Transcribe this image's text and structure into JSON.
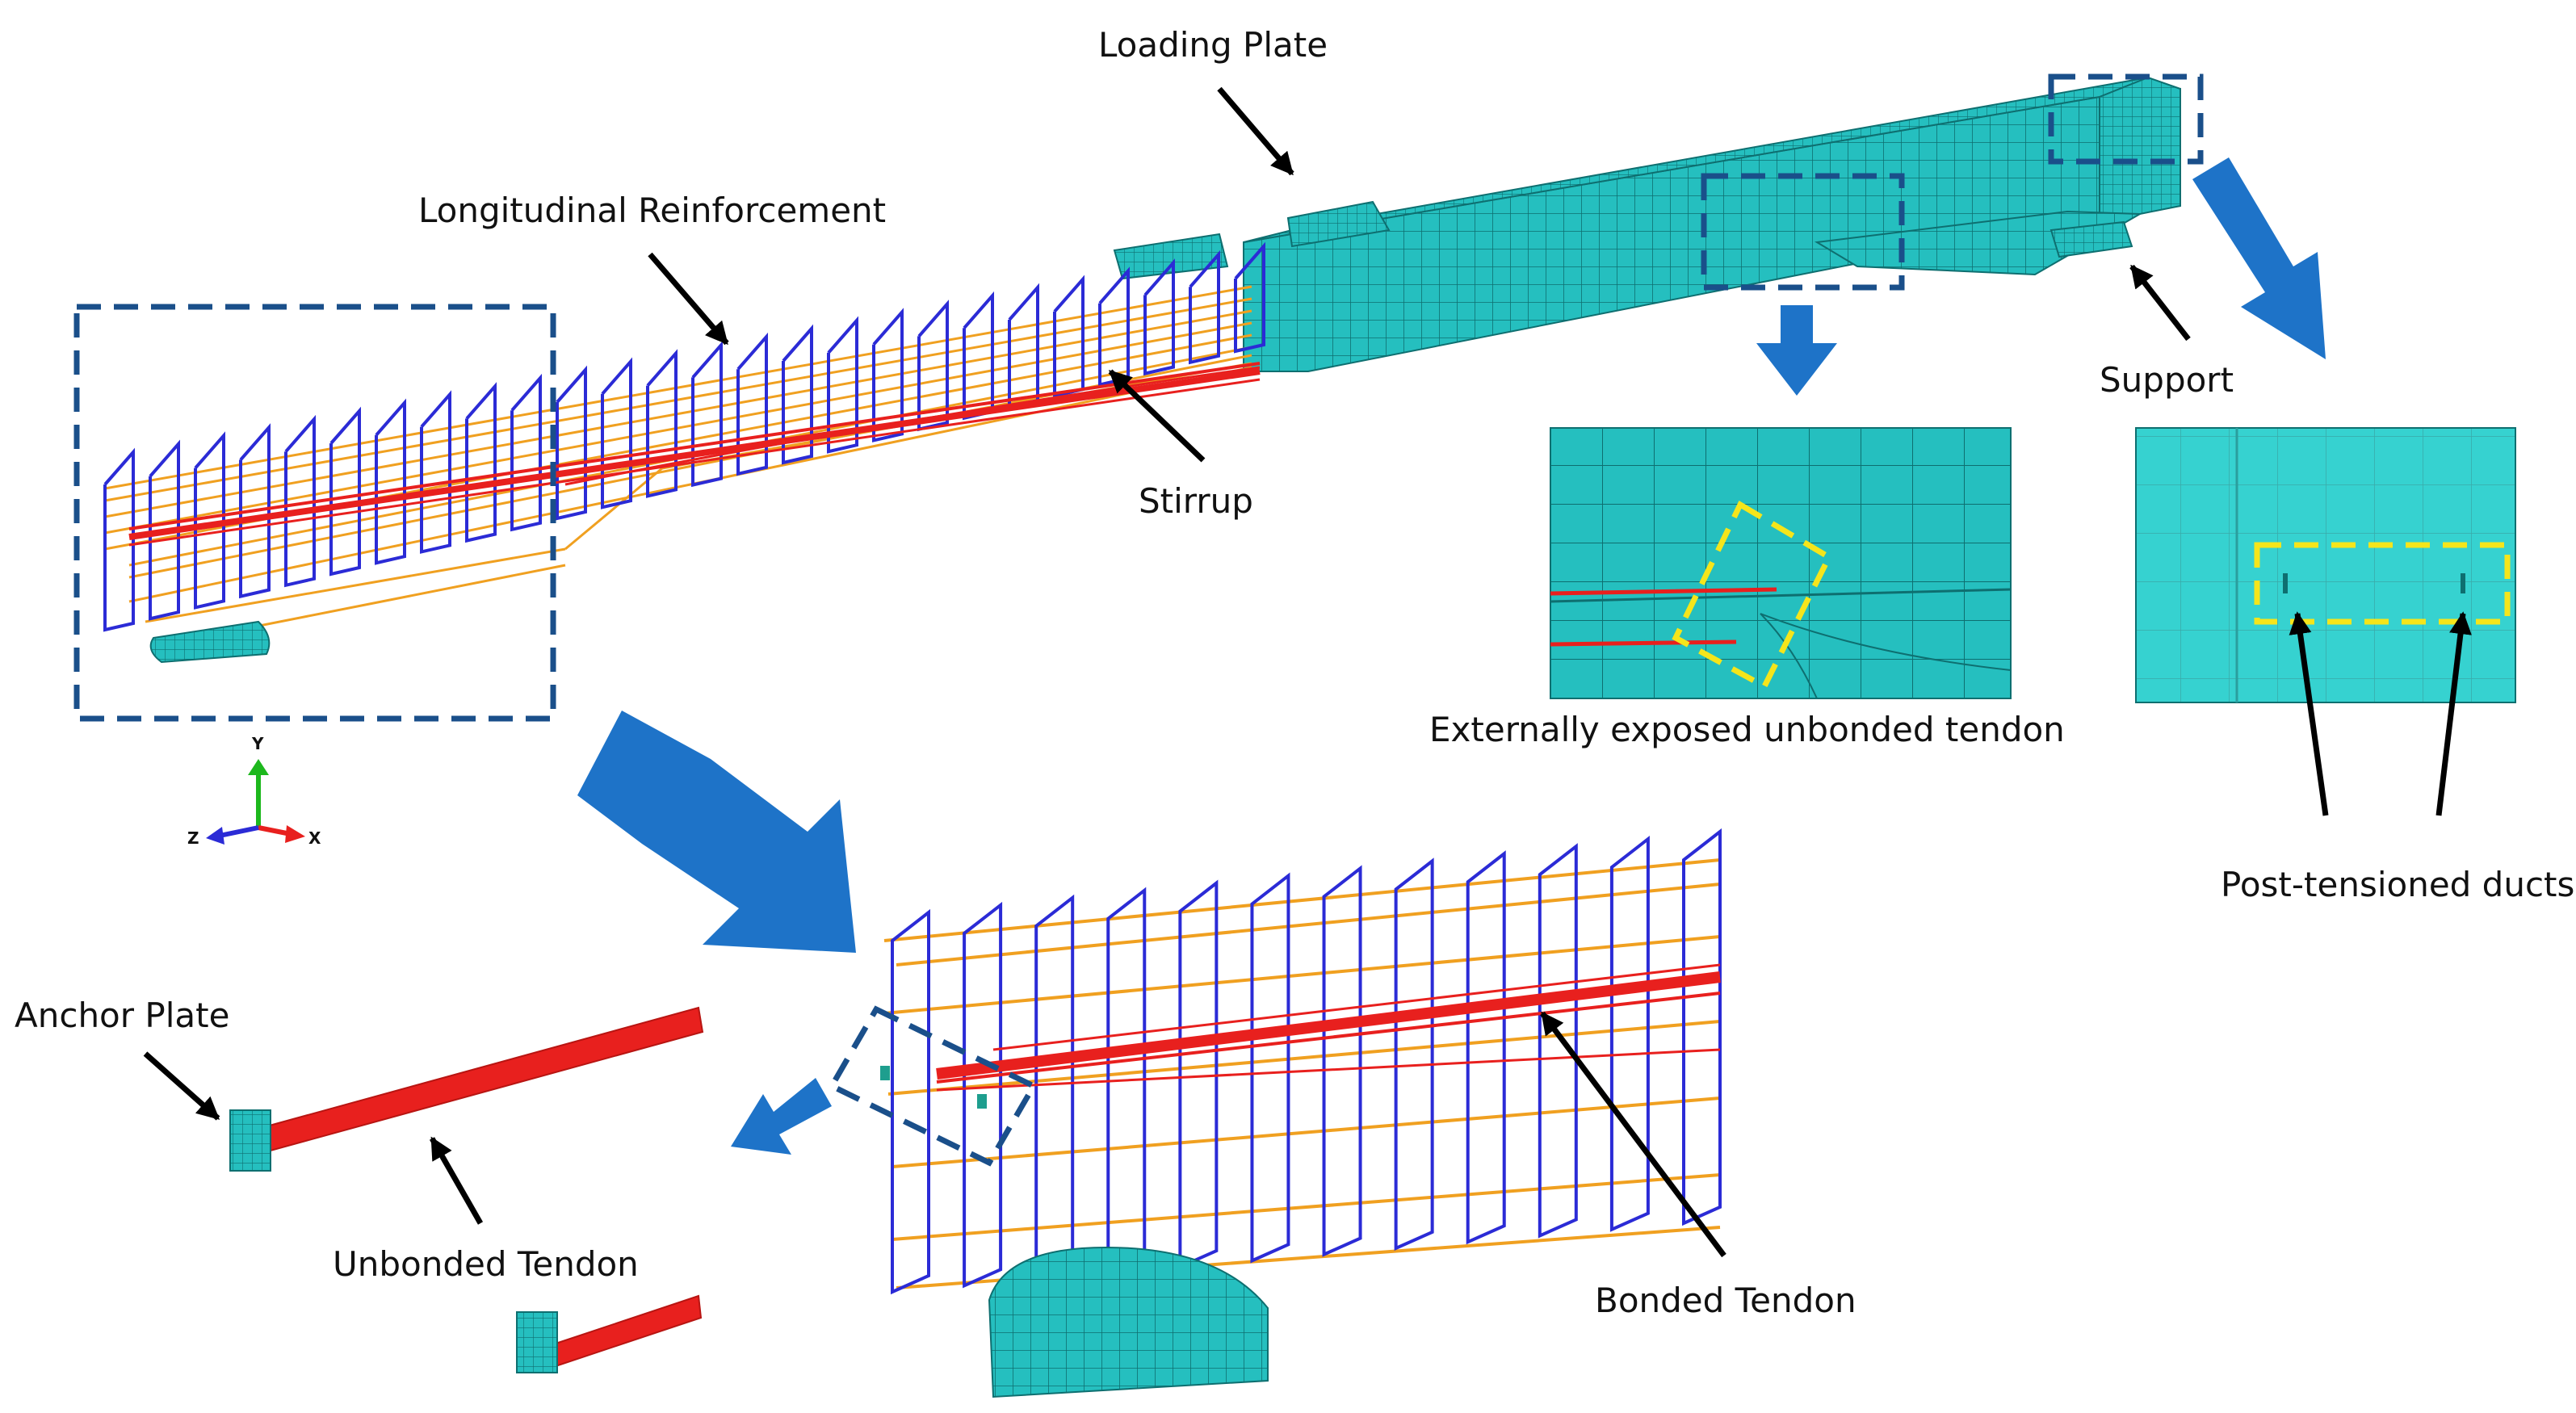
{
  "labels": {
    "loading_plate": "Loading Plate",
    "longitudinal_reinforcement": "Longitudinal Reinforcement",
    "stirrup": "Stirrup",
    "support": "Support",
    "externally_exposed": "Externally exposed unbonded tendon",
    "post_tensioned_ducts": "Post-tensioned ducts",
    "anchor_plate": "Anchor Plate",
    "unbonded_tendon": "Unbonded Tendon",
    "bonded_tendon": "Bonded Tendon"
  },
  "axes": {
    "y": "Y",
    "z": "Z",
    "x": "X"
  },
  "colors": {
    "mesh_fill": "#25BFBF",
    "mesh_line": "#0E6F70",
    "stirrup": "#2B2BD6",
    "longitudinal_rebar": "#F0A020",
    "tendon": "#E8201E",
    "callout_arrow": "#1E73C8",
    "dashed_box": "#1A4F8A",
    "highlight_box": "#F5E51B"
  }
}
